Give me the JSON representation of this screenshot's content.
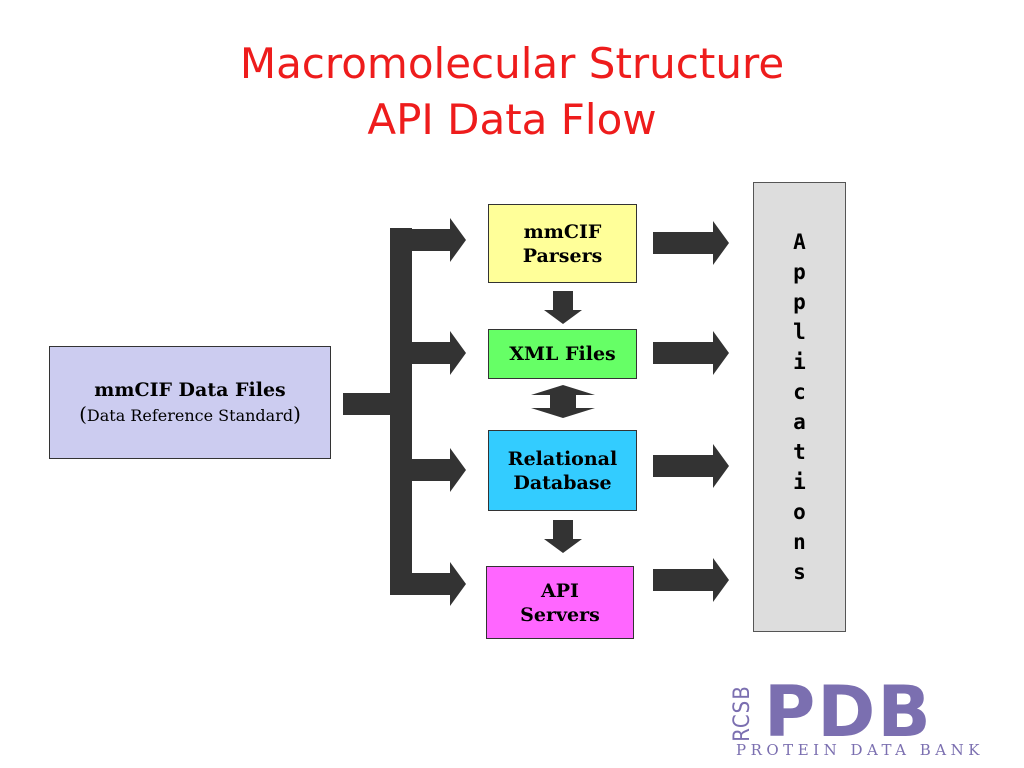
{
  "title": {
    "line1": "Macromolecular Structure",
    "line2": "API  Data Flow"
  },
  "source": {
    "label": "mmCIF Data Files",
    "sublabel_open": "(",
    "sublabel": "Data Reference Standard",
    "sublabel_close": ")",
    "color": "#ccccf0"
  },
  "nodes": [
    {
      "id": "mmcif-parsers",
      "lines": [
        "mmCIF",
        "Parsers"
      ],
      "color": "#ffff99"
    },
    {
      "id": "xml-files",
      "lines": [
        "XML Files"
      ],
      "color": "#66ff66"
    },
    {
      "id": "relational-database",
      "lines": [
        "Relational",
        "Database"
      ],
      "color": "#33ccff"
    },
    {
      "id": "api-servers",
      "lines": [
        "API",
        "Servers"
      ],
      "color": "#ff66ff"
    }
  ],
  "applications": {
    "label": "Applications",
    "color": "#dddddd"
  },
  "arrow_color": "#333333",
  "logo": {
    "rcsb": "RCSB",
    "pdb": "PDB",
    "subtitle": "PROTEIN DATA BANK",
    "color": "#7b6fb0"
  }
}
